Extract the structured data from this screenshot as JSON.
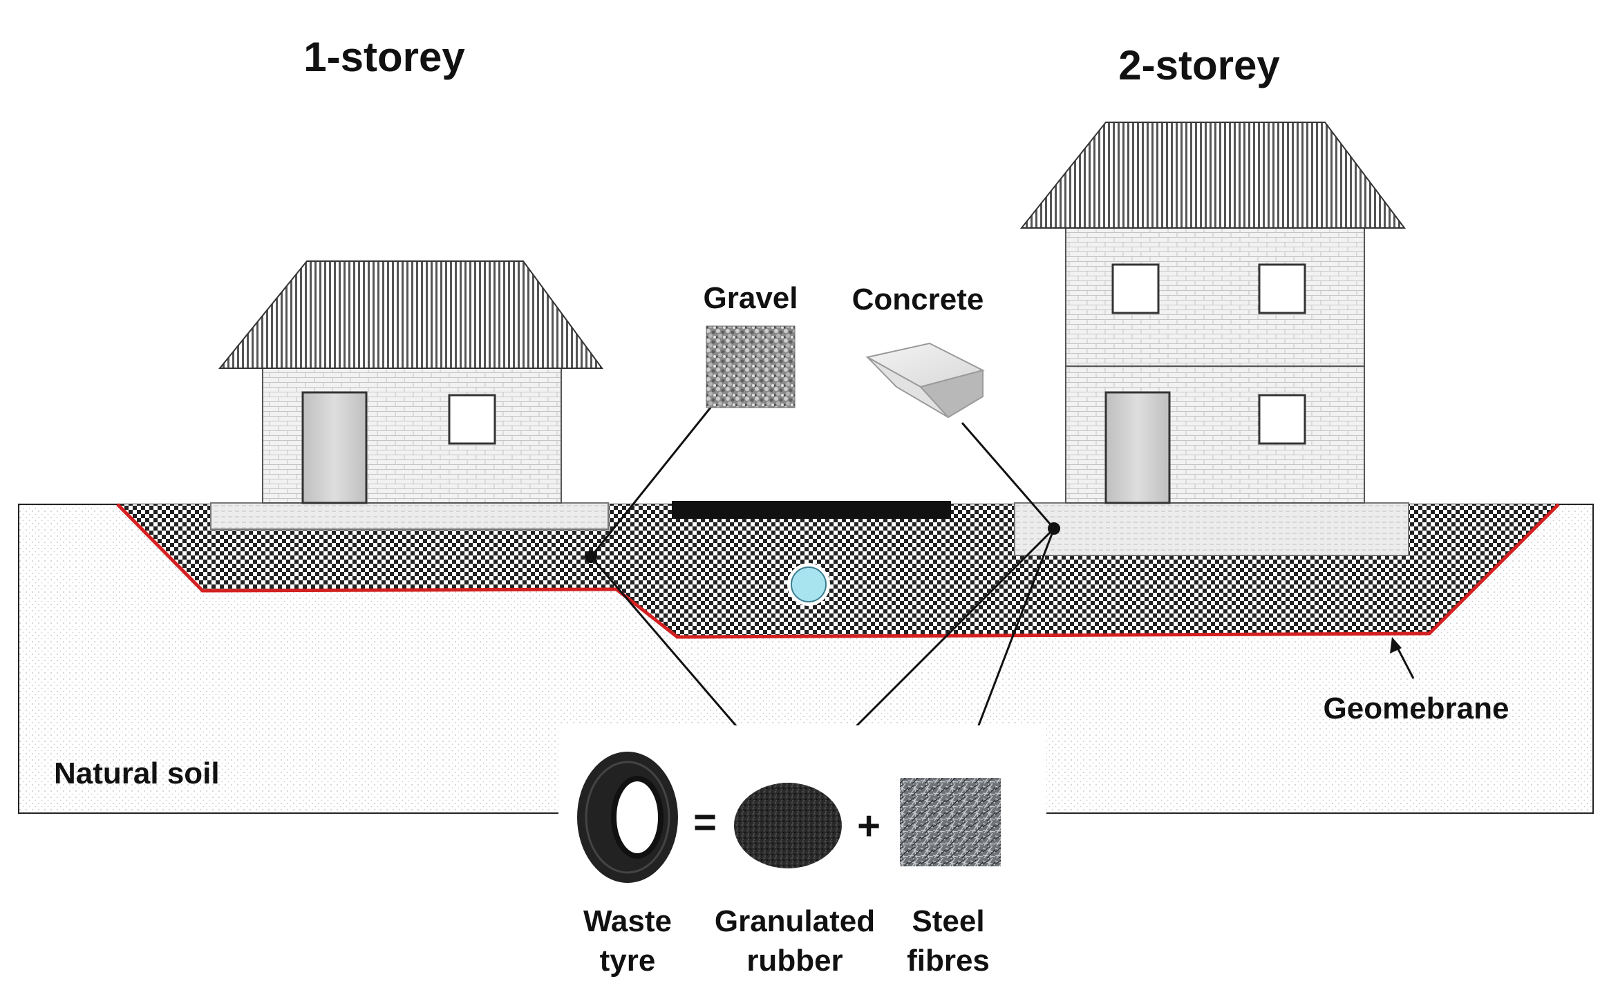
{
  "titles": {
    "one_storey": "1-storey",
    "two_storey": "2-storey"
  },
  "materials": {
    "gravel": "Gravel",
    "concrete": "Concrete"
  },
  "labels": {
    "natural_soil": "Natural soil",
    "geomembrane": "Geomebrane"
  },
  "composition": {
    "waste_tyre_line1": "Waste",
    "waste_tyre_line2": "tyre",
    "equals": "=",
    "granulated_line1": "Granulated",
    "granulated_line2": "rubber",
    "plus": "+",
    "steel_line1": "Steel",
    "steel_line2": "fibres"
  },
  "colors": {
    "geomembrane": "#d42020",
    "drain_pipe": "#a8e4f0",
    "slab_black": "#111111"
  }
}
